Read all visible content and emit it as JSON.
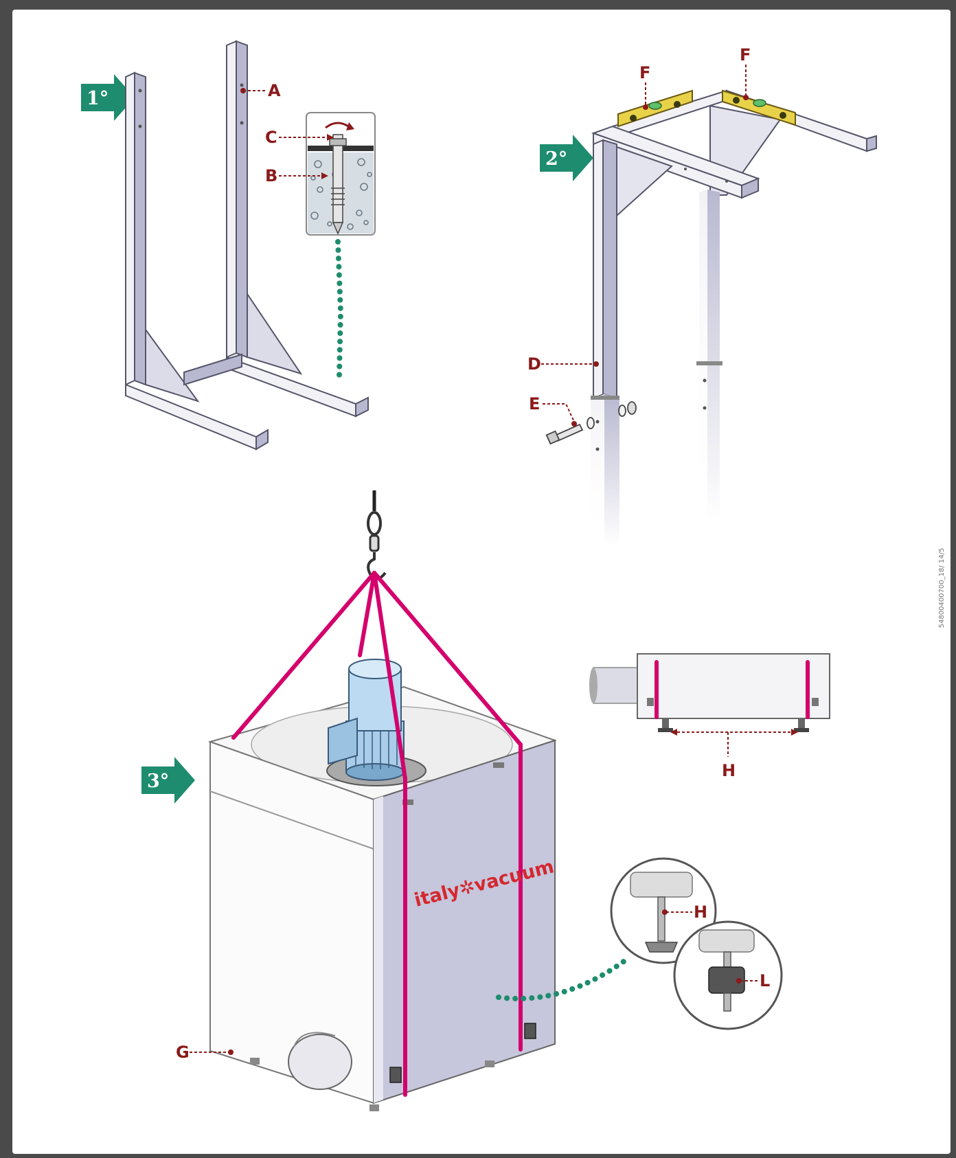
{
  "steps": {
    "one": "1°",
    "two": "2°",
    "three": "3°"
  },
  "callouts": {
    "A": "A",
    "B": "B",
    "C": "C",
    "D": "D",
    "E": "E",
    "F_left": "F",
    "F_right": "F",
    "G": "G",
    "H_base": "H",
    "H_foot": "H",
    "L": "L"
  },
  "brand": "italy✲vacuum",
  "document_code": "54800400700_18/ 14/5",
  "colors": {
    "step_arrow": "#1e8c6e",
    "callout_text": "#8b1a1a",
    "lifting_strap": "#d4006c",
    "brand_text": "#d4282f",
    "motor": "#a9cdea",
    "spirit_level": "#e8d24a"
  }
}
